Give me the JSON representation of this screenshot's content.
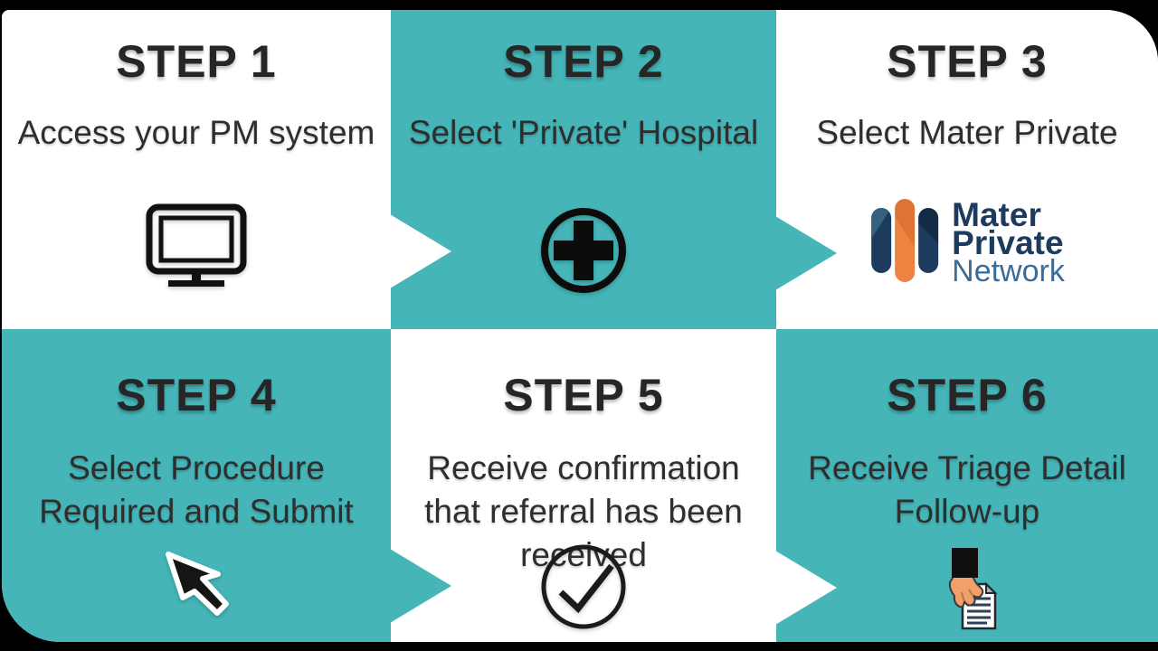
{
  "infographic": {
    "title_hint": "Six step referral process",
    "colors": {
      "teal": "#45b5b8",
      "text_dark": "#262626",
      "frame_black": "#000000",
      "logo_navy": "#1c3b5d",
      "logo_orange": "#ec8340",
      "logo_network_blue": "#3b6b99"
    },
    "steps": [
      {
        "title": "STEP 1",
        "description": "Access your PM system",
        "icon": "monitor-icon",
        "background": "white"
      },
      {
        "title": "STEP 2",
        "description": "Select 'Private' Hospital",
        "icon": "plus-circle-icon",
        "background": "teal"
      },
      {
        "title": "STEP 3",
        "description": "Select Mater Private",
        "icon": "mater-private-network-logo",
        "background": "white",
        "logo": {
          "line1": "Mater",
          "line2": "Private",
          "line3": "Network"
        }
      },
      {
        "title": "STEP 4",
        "description": "Select Procedure Required and Submit",
        "icon": "cursor-pointer-icon",
        "background": "teal"
      },
      {
        "title": "STEP 5",
        "description": "Receive confirmation that referral has been received",
        "icon": "check-circle-icon",
        "background": "white"
      },
      {
        "title": "STEP 6",
        "description": "Receive Triage Detail Follow-up",
        "icon": "hand-holding-document-icon",
        "background": "teal"
      }
    ],
    "flow_arrows": [
      "step1-to-step2",
      "step2-to-step3",
      "step4-to-step5",
      "step5-to-step6"
    ]
  }
}
